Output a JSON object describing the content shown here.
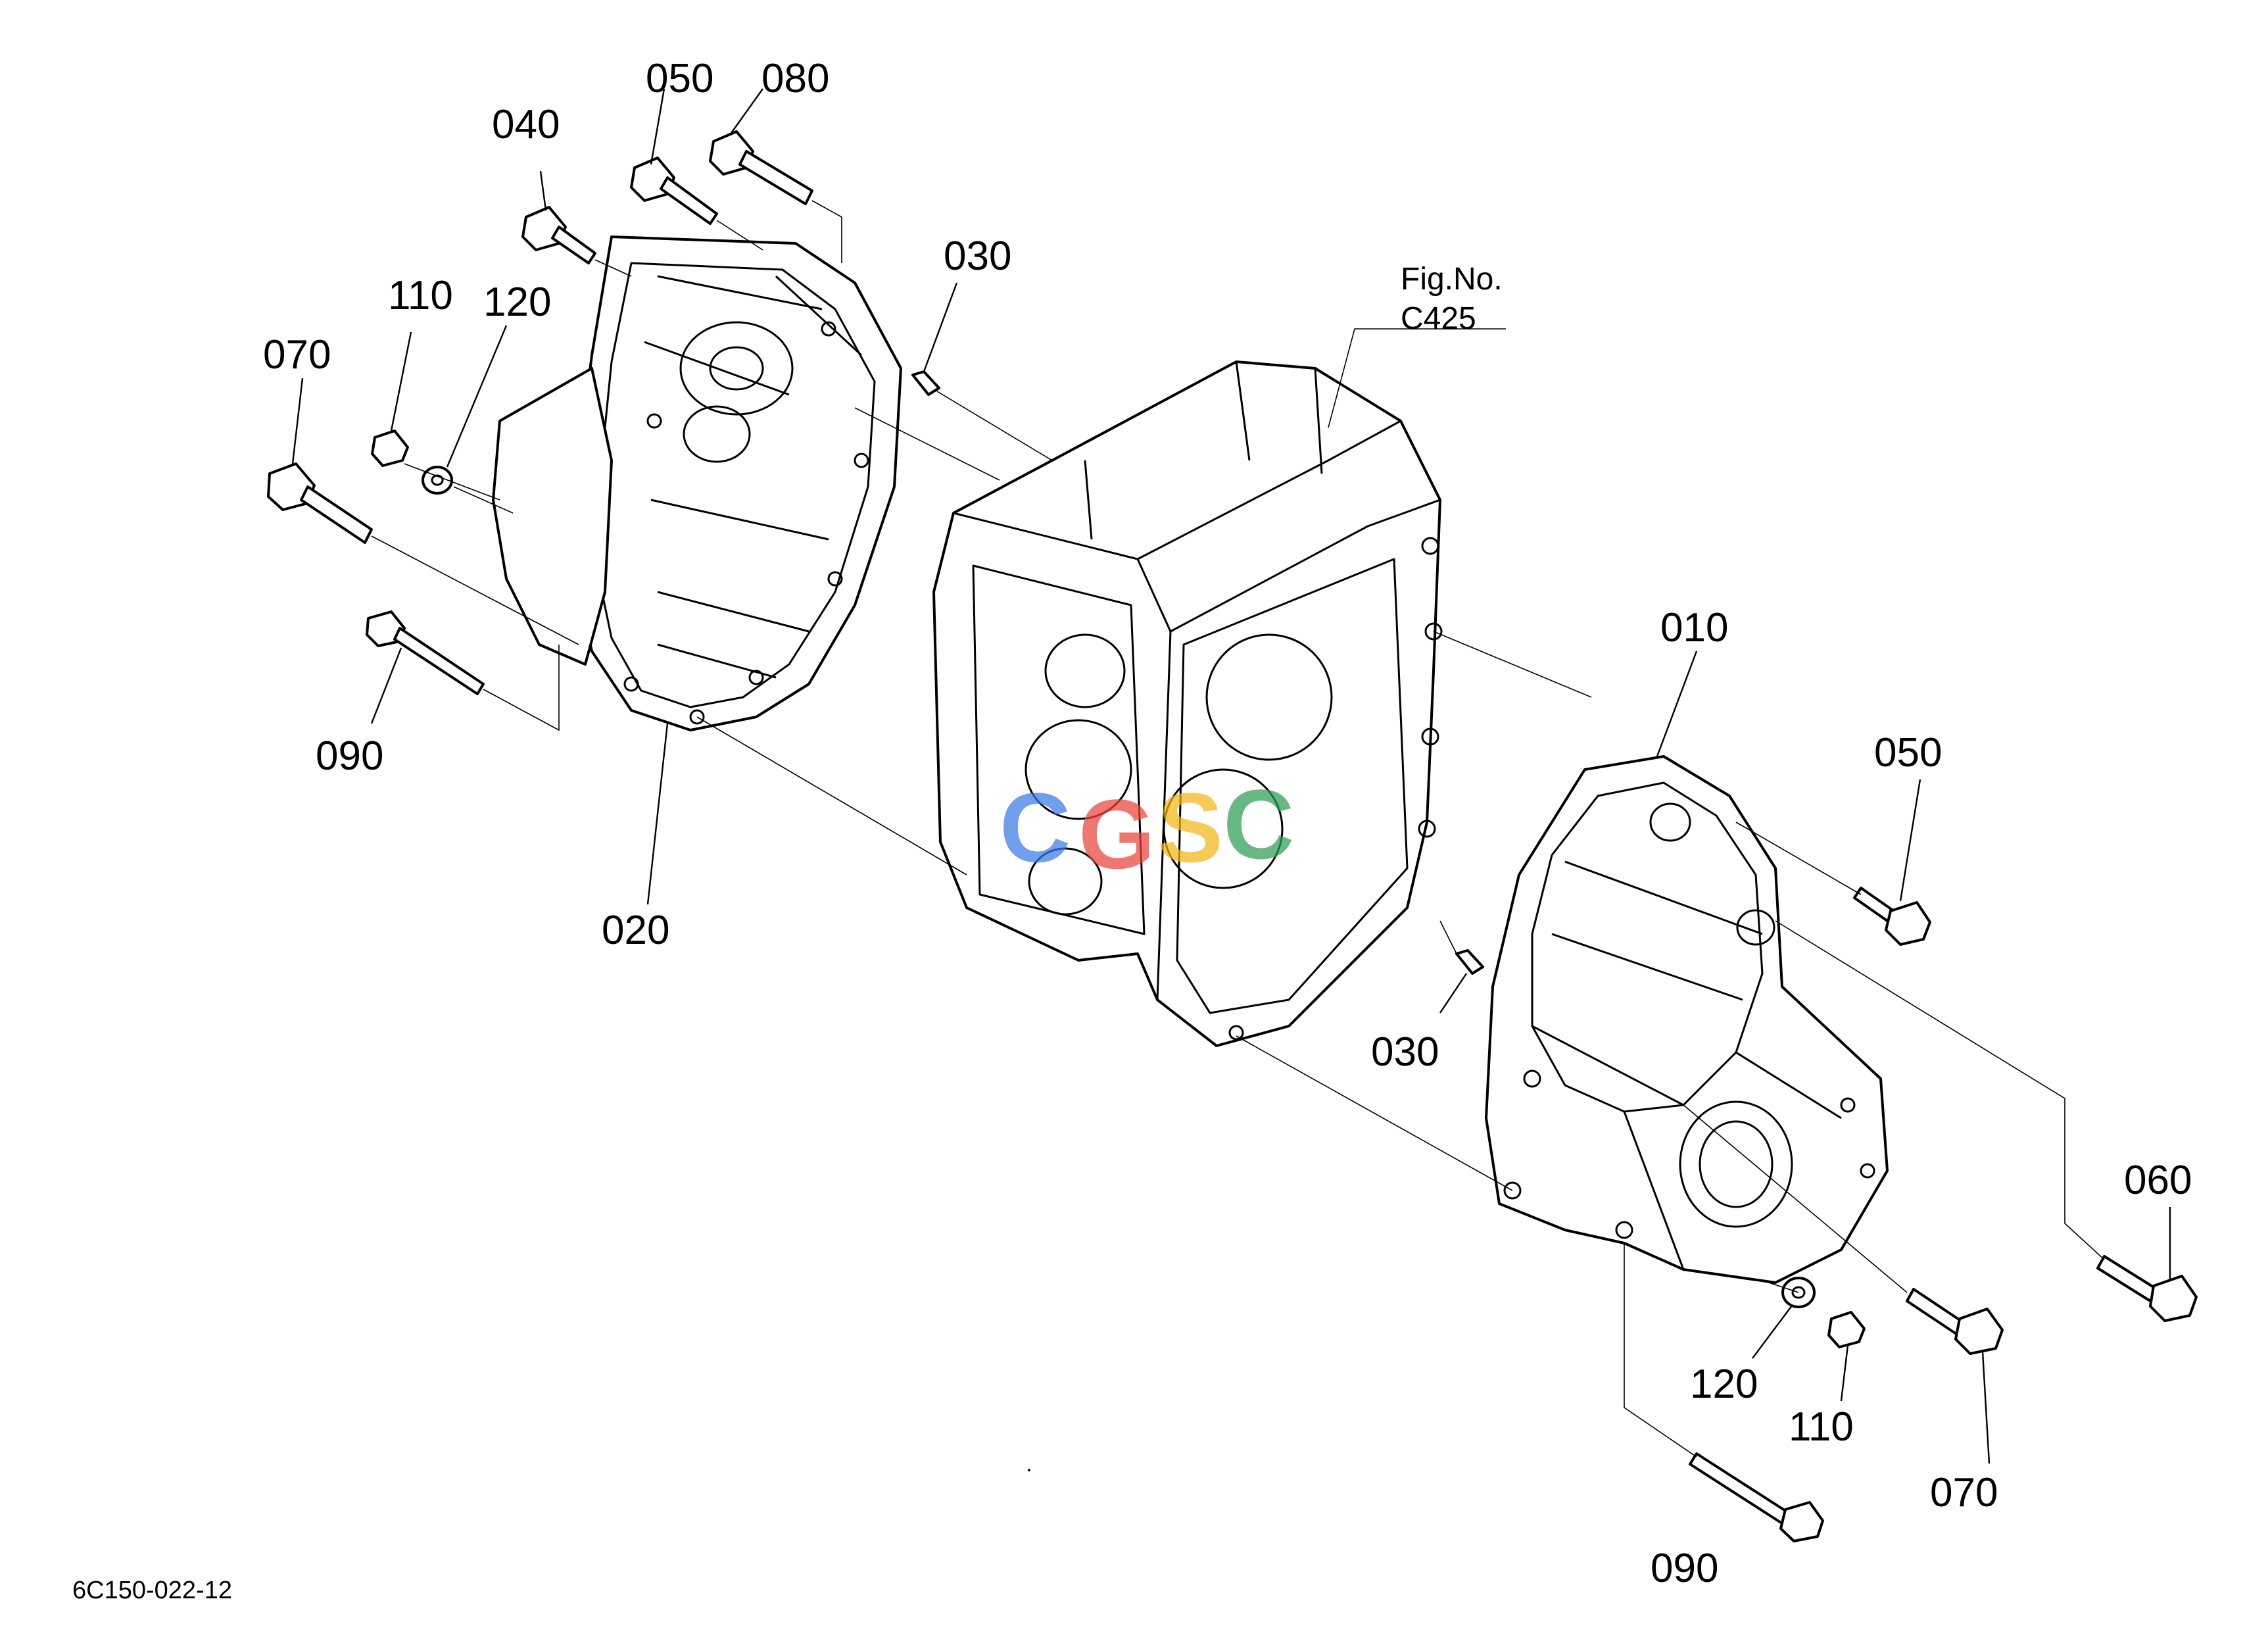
{
  "figure_ref": {
    "line1": "Fig.No.",
    "line2": "C425"
  },
  "drawing_code": "6C150-022-12",
  "watermark": {
    "letters": [
      "C",
      "G",
      "S",
      "C"
    ],
    "colors": [
      "#3b7be8",
      "#e8453b",
      "#f2b619",
      "#2e9e53"
    ]
  },
  "callouts": {
    "c050_top": "050",
    "c080_top": "080",
    "c040": "040",
    "c030_top": "030",
    "c110_left": "110",
    "c120_left": "120",
    "c070_left": "070",
    "c090_left": "090",
    "c020": "020",
    "c010": "010",
    "c050_right": "050",
    "c030_bottom": "030",
    "c060": "060",
    "c120_right": "120",
    "c110_right": "110",
    "c070_right": "070",
    "c090_right": "090"
  }
}
